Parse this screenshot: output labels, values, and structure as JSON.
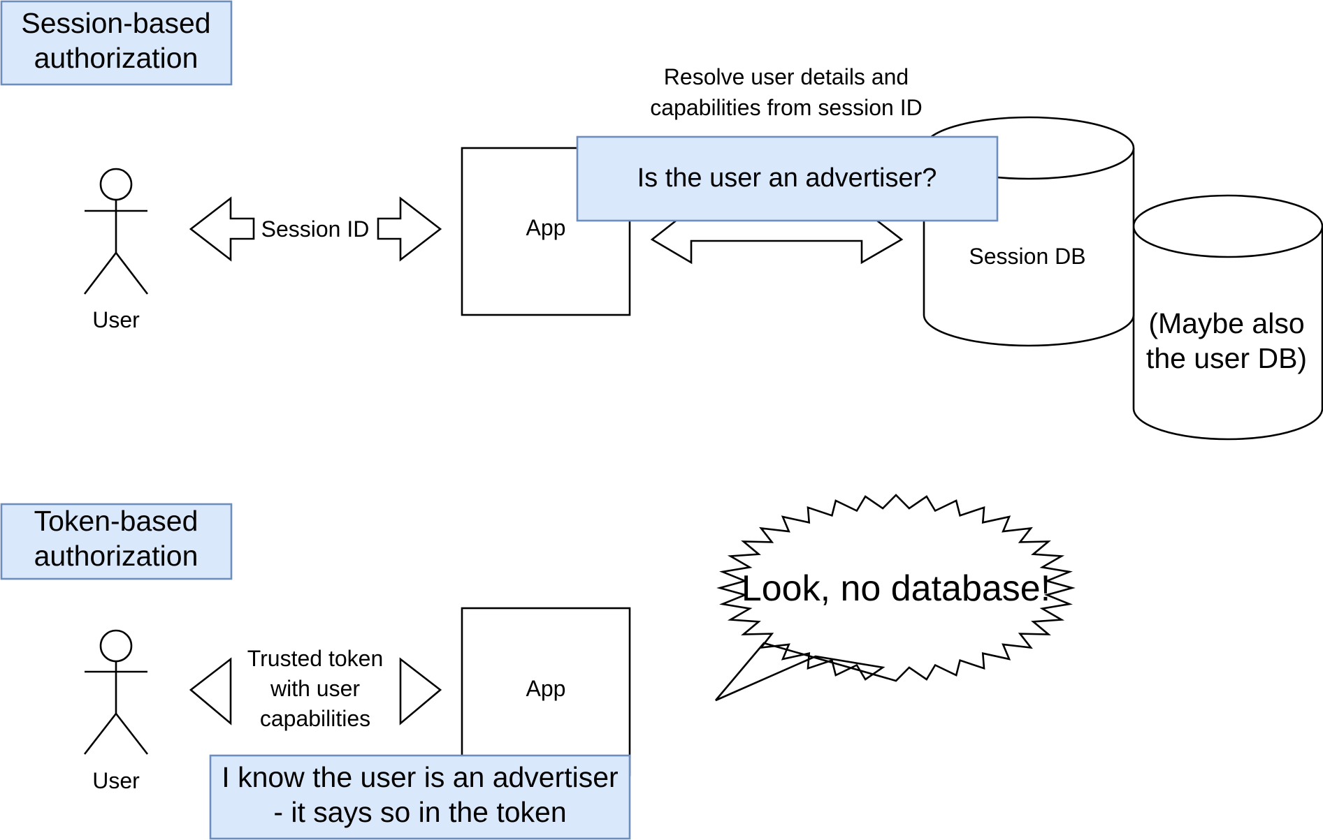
{
  "session_section": {
    "title": [
      "Session-based",
      "authorization"
    ],
    "user_label": "User",
    "arrow_label": "Session ID",
    "app_label": "App",
    "resolve_note": [
      "Resolve user details and",
      "capabilities from session ID"
    ],
    "question": "Is the user an advertiser?",
    "session_db_label": "Session DB",
    "user_db_label": [
      "(Maybe also",
      "the user DB)"
    ]
  },
  "token_section": {
    "title": [
      "Token-based",
      "authorization"
    ],
    "user_label": "User",
    "arrow_label": [
      "Trusted token",
      "with user",
      "capabilities"
    ],
    "app_label": "App",
    "statement": [
      "I know the user is an advertiser",
      "- it says so in the token"
    ],
    "callout": "Look, no database!"
  },
  "colors": {
    "note_fill": "#dae8fc",
    "note_stroke": "#6c8ebf",
    "stroke": "#000000"
  }
}
